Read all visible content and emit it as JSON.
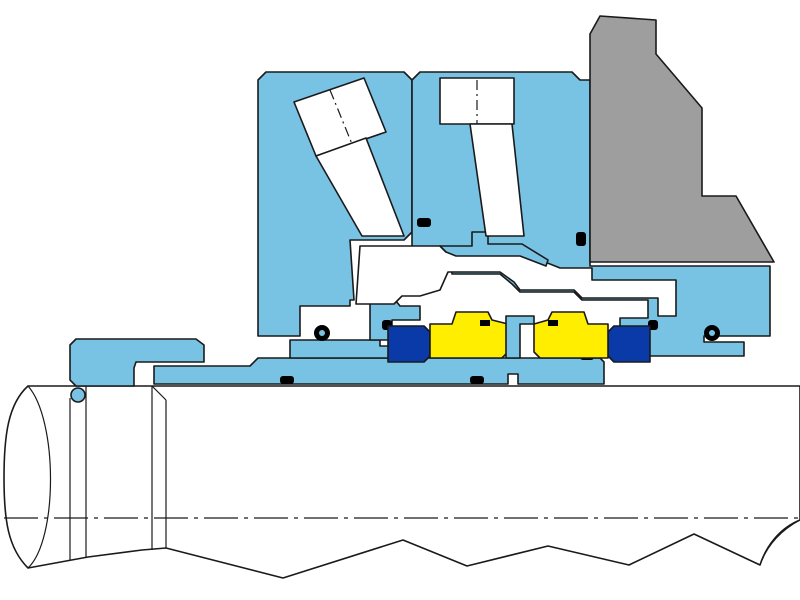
{
  "diagram": {
    "kind": "mechanical-seal-cross-section",
    "colors": {
      "housing": "#78c2e3",
      "gland_bolt": "#9e9e9e",
      "shaft": "#ffffff",
      "seat_face": "#ffee00",
      "elastomer": "#0a3aa8",
      "oring": "#000000",
      "line": "#1a1a1a"
    },
    "parts": [
      "pump-housing-wall",
      "seal-gland-left",
      "seal-gland-right",
      "flush-port-left",
      "flush-port-right",
      "shaft-sleeve",
      "drive-collar",
      "stationary-seat-left",
      "stationary-seat-right",
      "rotating-face-left",
      "rotating-face-right",
      "o-rings",
      "shaft"
    ]
  }
}
